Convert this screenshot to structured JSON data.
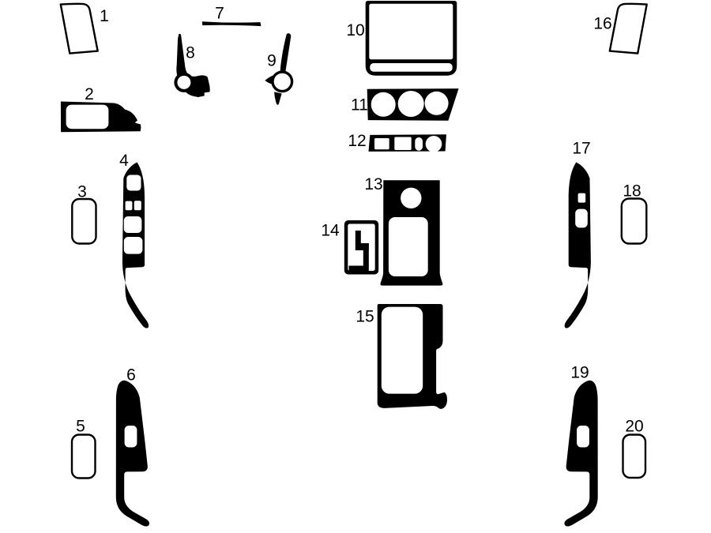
{
  "diagram": {
    "kind": "dash-trim-kit-parts-diagram",
    "colors": {
      "ink": "#000000",
      "background": "#ffffff"
    }
  },
  "pieces": [
    {
      "label": "1"
    },
    {
      "label": "2"
    },
    {
      "label": "3"
    },
    {
      "label": "4"
    },
    {
      "label": "5"
    },
    {
      "label": "6"
    },
    {
      "label": "7"
    },
    {
      "label": "8"
    },
    {
      "label": "9"
    },
    {
      "label": "10"
    },
    {
      "label": "11"
    },
    {
      "label": "12"
    },
    {
      "label": "13"
    },
    {
      "label": "14"
    },
    {
      "label": "15"
    },
    {
      "label": "16"
    },
    {
      "label": "17"
    },
    {
      "label": "18"
    },
    {
      "label": "19"
    },
    {
      "label": "20"
    }
  ]
}
